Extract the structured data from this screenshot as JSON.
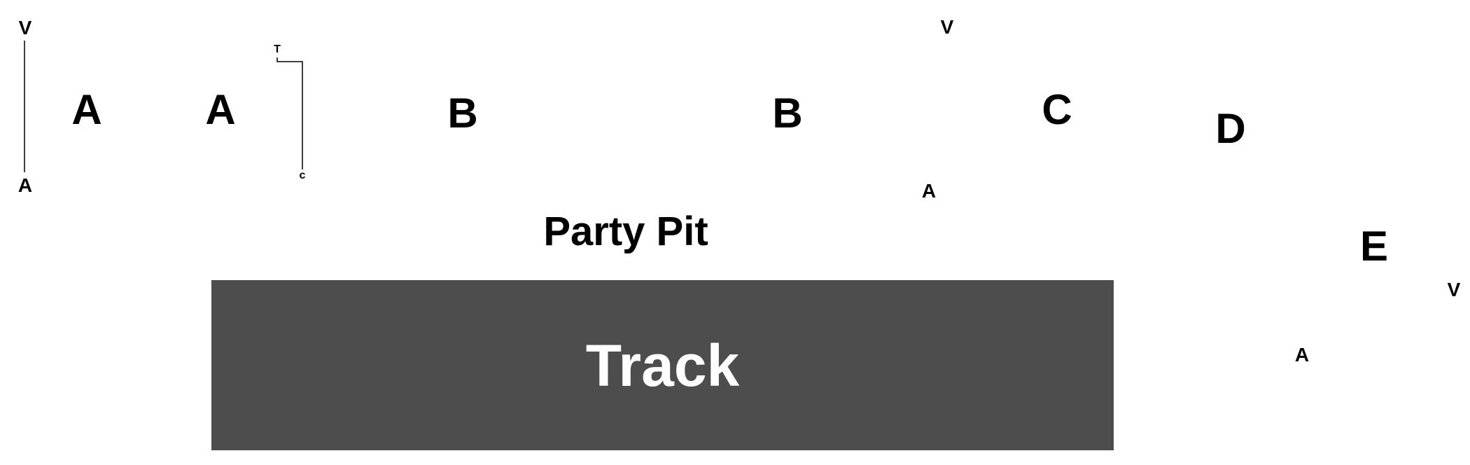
{
  "map": {
    "zones": {
      "track": "Track",
      "party_pit": "Party Pit"
    },
    "sections": {
      "a_left": "A",
      "a_right": "A",
      "b_left": "B",
      "b_right": "B",
      "c": "C",
      "d": "D",
      "e": "E"
    },
    "dimension_markers": {
      "left_top": "V",
      "left_bottom": "A",
      "bracket_top": "T",
      "bracket_bottom": "c",
      "mid_top": "V",
      "mid_bottom": "A",
      "right_top": "V",
      "right_bottom": "A"
    },
    "colors": {
      "track_fill": "#4d4d4d",
      "track_text": "#ffffff",
      "label_text": "#000000",
      "background": "#ffffff"
    }
  }
}
